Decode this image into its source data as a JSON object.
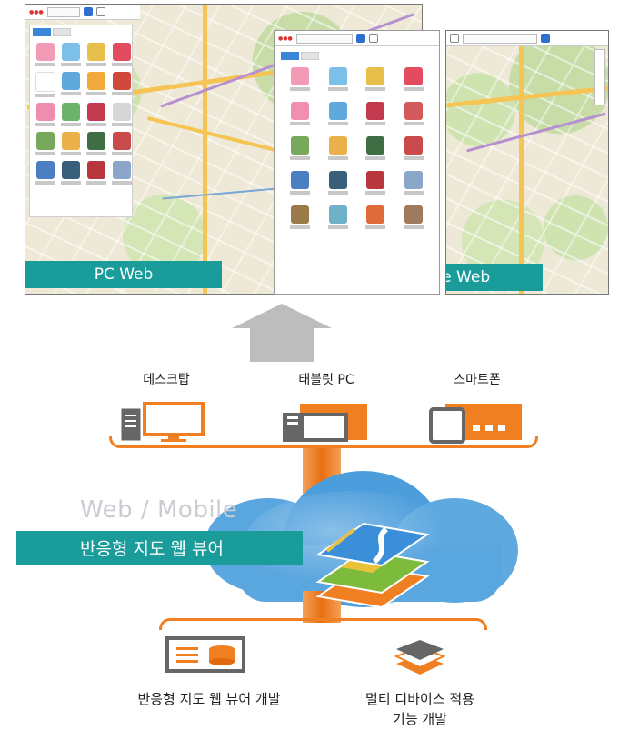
{
  "screens": {
    "pc_label": "PC Web",
    "mobile_label": "Mobile Web"
  },
  "devices": [
    {
      "label": "데스크탑",
      "icon": "desktop-icon"
    },
    {
      "label": "태블릿 PC",
      "icon": "tablet-icon"
    },
    {
      "label": "스마트폰",
      "icon": "smartphone-icon"
    }
  ],
  "cloud": {
    "watermark": "Web / Mobile",
    "title": "반응형 지도 웹 뷰어"
  },
  "outputs": [
    {
      "label": "반응형 지도 웹 뷰어 개발",
      "icon": "server-icon"
    },
    {
      "line1": "멀티 디바이스 적용",
      "line2": "기능 개발",
      "icon": "layers-icon"
    }
  ],
  "colors": {
    "teal": "#1a9c9b",
    "orange": "#f07f21",
    "arrow_gray": "#bdbdbd"
  }
}
